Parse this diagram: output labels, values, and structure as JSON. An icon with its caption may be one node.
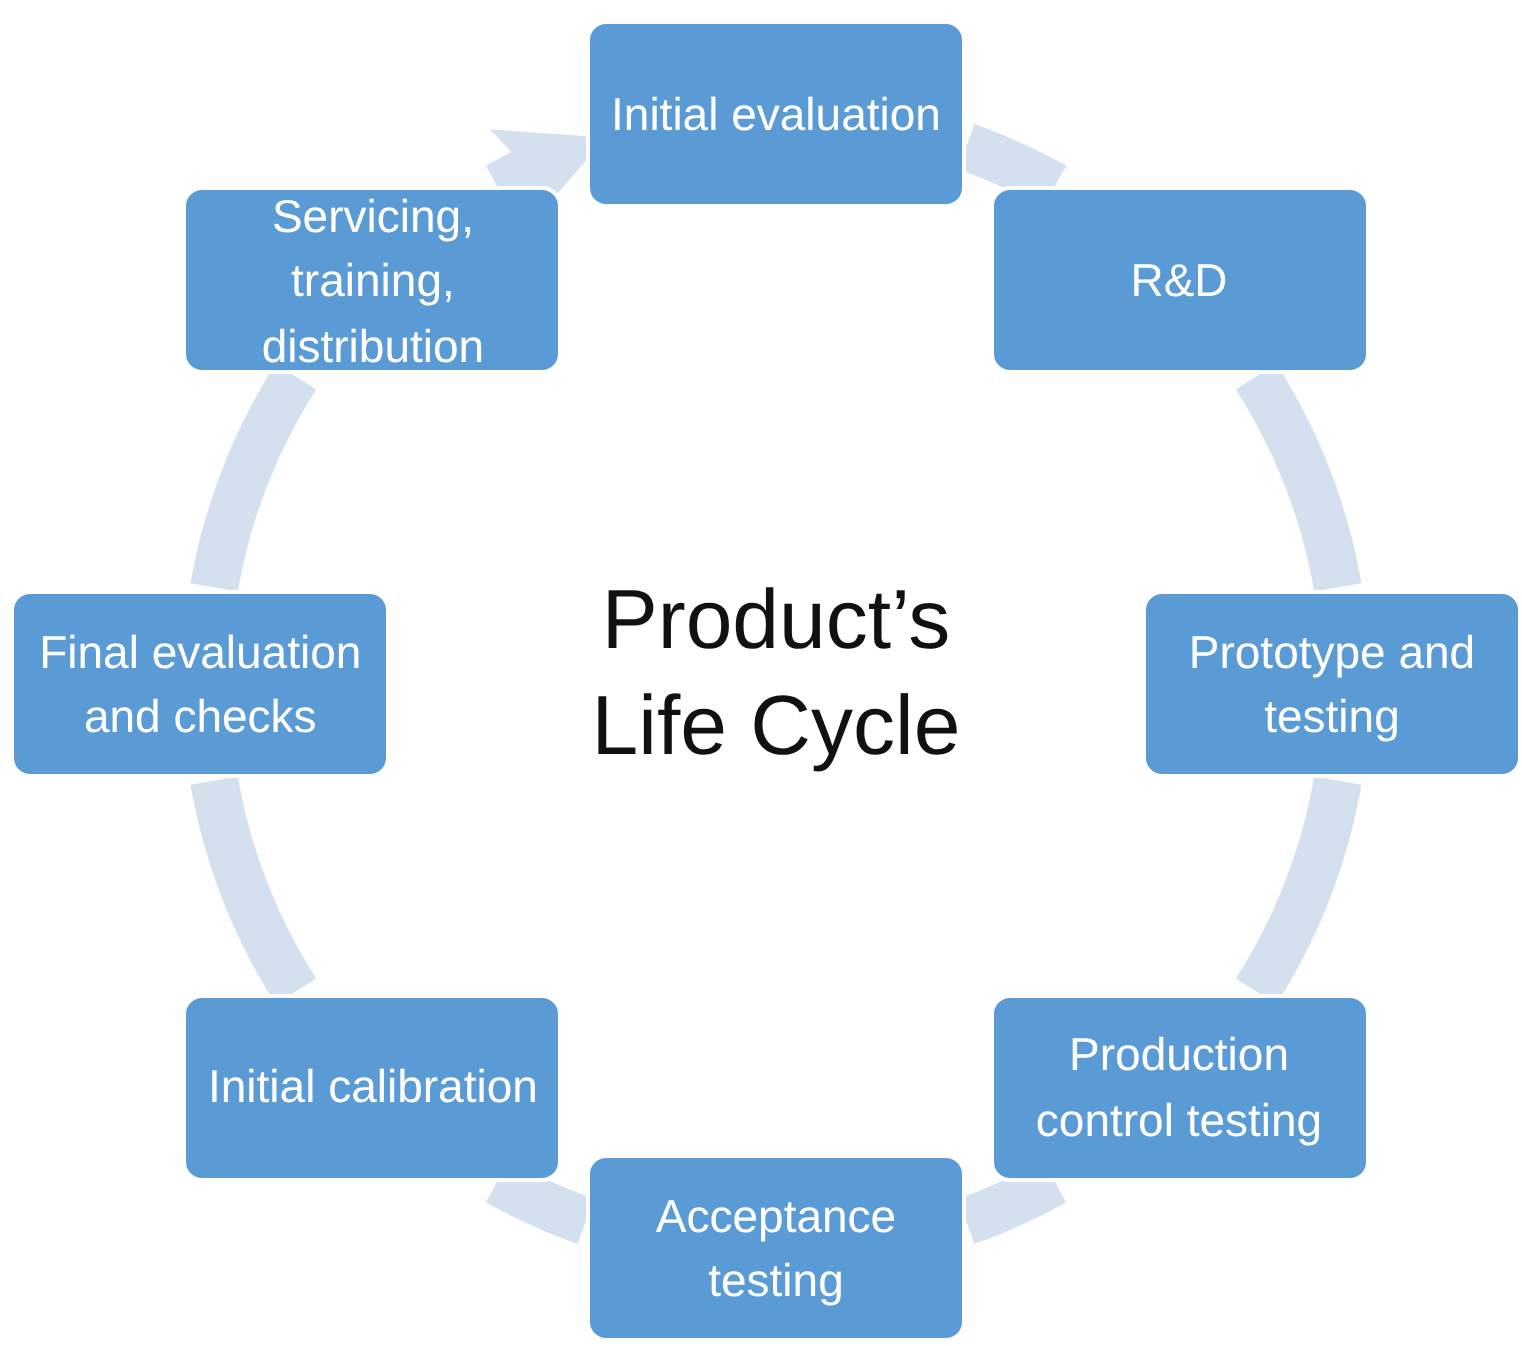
{
  "diagram": {
    "title": "Product’s Life Cycle",
    "nodes": [
      {
        "text": [
          "Initial evaluation"
        ]
      },
      {
        "text": [
          "R&D"
        ]
      },
      {
        "text": [
          "Prototype and testing"
        ]
      },
      {
        "text": [
          "Production control testing"
        ]
      },
      {
        "text": [
          "Acceptance testing"
        ]
      },
      {
        "text": [
          "Initial calibration"
        ]
      },
      {
        "text": [
          "Final evaluation and checks"
        ]
      },
      {
        "text": [
          "Servicing, training, distribution"
        ]
      }
    ],
    "edges": [
      {
        "from": 0,
        "to": 1,
        "arrow": "none"
      },
      {
        "from": 1,
        "to": 2,
        "arrow": "none"
      },
      {
        "from": 2,
        "to": 3,
        "arrow": "none"
      },
      {
        "from": 3,
        "to": 4,
        "arrow": "none"
      },
      {
        "from": 4,
        "to": 5,
        "arrow": "none"
      },
      {
        "from": 5,
        "to": 6,
        "arrow": "none"
      },
      {
        "from": 6,
        "to": 7,
        "arrow": "none"
      },
      {
        "from": 7,
        "to": 0,
        "arrow": "to"
      }
    ]
  }
}
